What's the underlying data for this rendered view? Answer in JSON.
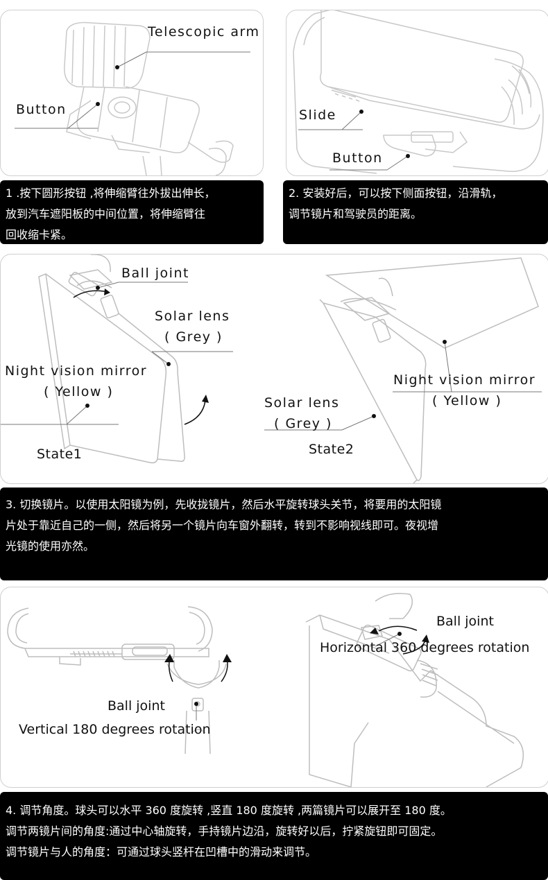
{
  "panel1": {
    "labels": {
      "telescopic_arm": "Telescopic arm",
      "button": "Button"
    }
  },
  "panel2": {
    "labels": {
      "slide": "Slide",
      "button": "Button"
    }
  },
  "caption1": {
    "lines": [
      "1 .按下圆形按钮 ,将伸缩臂往外拔出伸长，",
      "放到汽车遮阳板的中间位置，将伸缩臂往",
      "回收缩卡紧。"
    ]
  },
  "caption2": {
    "lines": [
      "2. 安装好后，可以按下侧面按钮，沿滑轨，",
      "调节镜片和驾驶员的距离。"
    ]
  },
  "panel3": {
    "labels": {
      "ball_joint": "Ball joint",
      "solar_lens_1": "Solar lens",
      "grey_1": "( Grey )",
      "night_vision_1": "Night vision mirror",
      "yellow_1": "( Yellow )",
      "state1": "State1",
      "night_vision_2": "Night vision mirror",
      "yellow_2": "( Yellow )",
      "solar_lens_2": "Solar lens",
      "grey_2": "( Grey )",
      "state2": "State2"
    }
  },
  "caption3": {
    "lines": [
      "3. 切换镜片。以使用太阳镜为例，先收拢镜片，然后水平旋转球头关节，将要用的太阳镜",
      "片处于靠近自己的一侧，然后将另一个镜片向车窗外翻转，转到不影响视线即可。夜视增",
      "光镜的使用亦然。"
    ]
  },
  "panel4": {
    "labels": {
      "ball_joint_left": "Ball joint",
      "vertical_rotation": "Vertical 180 degrees rotation",
      "ball_joint_right": "Ball joint",
      "horizontal_rotation": "Horizontal 360 degrees rotation"
    }
  },
  "caption4": {
    "lines": [
      "4. 调节角度。球头可以水平 360 度旋转 ,竖直 180 度旋转 ,两篇镜片可以展开至 180 度。",
      "调节两镜片间的角度:通过中心轴旋转，手持镜片边沿，旋转好以后，拧紧旋钮即可固定。",
      "调节镜片与人的角度：可通过球头竖杆在凹槽中的滑动来调节。"
    ]
  }
}
